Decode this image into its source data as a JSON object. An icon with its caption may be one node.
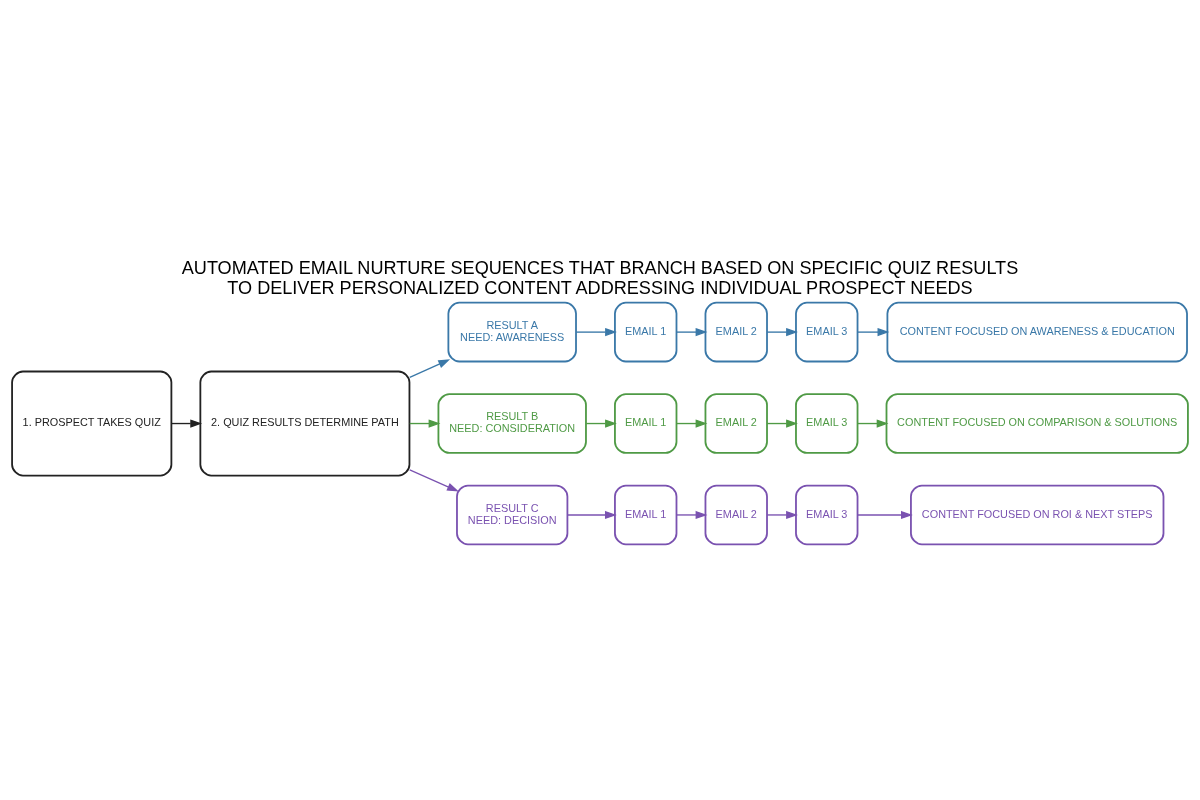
{
  "diagram": {
    "title": "AUTOMATED EMAIL NURTURE SEQUENCES THAT BRANCH BASED ON SPECIFIC QUIZ RESULTS",
    "caption": "TO DELIVER PERSONALIZED CONTENT ADDRESSING INDIVIDUAL PROSPECT NEEDS",
    "nodes": [
      {
        "text": [
          "1. PROSPECT TAKES QUIZ"
        ]
      },
      {
        "text": [
          "2. QUIZ RESULTS DETERMINE PATH"
        ]
      },
      {
        "text": [
          "RESULT A",
          "NEED: AWARENESS"
        ]
      },
      {
        "text": [
          "EMAIL 1"
        ]
      },
      {
        "text": [
          "EMAIL 2"
        ]
      },
      {
        "text": [
          "EMAIL 3"
        ]
      },
      {
        "text": [
          "CONTENT FOCUSED ON AWARENESS & EDUCATION"
        ]
      },
      {
        "text": [
          "RESULT B",
          "NEED: CONSIDERATION"
        ]
      },
      {
        "text": [
          "EMAIL 1"
        ]
      },
      {
        "text": [
          "EMAIL 2"
        ]
      },
      {
        "text": [
          "EMAIL 3"
        ]
      },
      {
        "text": [
          "CONTENT FOCUSED ON COMPARISON & SOLUTIONS"
        ]
      },
      {
        "text": [
          "RESULT C",
          "NEED: DECISION"
        ]
      },
      {
        "text": [
          "EMAIL 1"
        ]
      },
      {
        "text": [
          "EMAIL 2"
        ]
      },
      {
        "text": [
          "EMAIL 3"
        ]
      },
      {
        "text": [
          "CONTENT FOCUSED ON ROI & NEXT STEPS"
        ]
      }
    ],
    "edges": [
      {
        "from": 0,
        "to": 1,
        "arrow": "to",
        "color": "#222222"
      },
      {
        "from": 1,
        "to": 2,
        "arrow": "to",
        "color": "#3a78a8"
      },
      {
        "from": 1,
        "to": 7,
        "arrow": "to",
        "color": "#4f9a45"
      },
      {
        "from": 1,
        "to": 12,
        "arrow": "to",
        "color": "#7a52b0"
      },
      {
        "from": 2,
        "to": 3,
        "arrow": "to",
        "color": "#3a78a8"
      },
      {
        "from": 3,
        "to": 4,
        "arrow": "to",
        "color": "#3a78a8"
      },
      {
        "from": 4,
        "to": 5,
        "arrow": "to",
        "color": "#3a78a8"
      },
      {
        "from": 5,
        "to": 6,
        "arrow": "to",
        "color": "#3a78a8"
      },
      {
        "from": 7,
        "to": 8,
        "arrow": "to",
        "color": "#4f9a45"
      },
      {
        "from": 8,
        "to": 9,
        "arrow": "to",
        "color": "#4f9a45"
      },
      {
        "from": 9,
        "to": 10,
        "arrow": "to",
        "color": "#4f9a45"
      },
      {
        "from": 10,
        "to": 11,
        "arrow": "to",
        "color": "#4f9a45"
      },
      {
        "from": 12,
        "to": 13,
        "arrow": "to",
        "color": "#7a52b0"
      },
      {
        "from": 13,
        "to": 14,
        "arrow": "to",
        "color": "#7a52b0"
      },
      {
        "from": 14,
        "to": 15,
        "arrow": "to",
        "color": "#7a52b0"
      },
      {
        "from": 15,
        "to": 16,
        "arrow": "to",
        "color": "#7a52b0"
      }
    ]
  }
}
